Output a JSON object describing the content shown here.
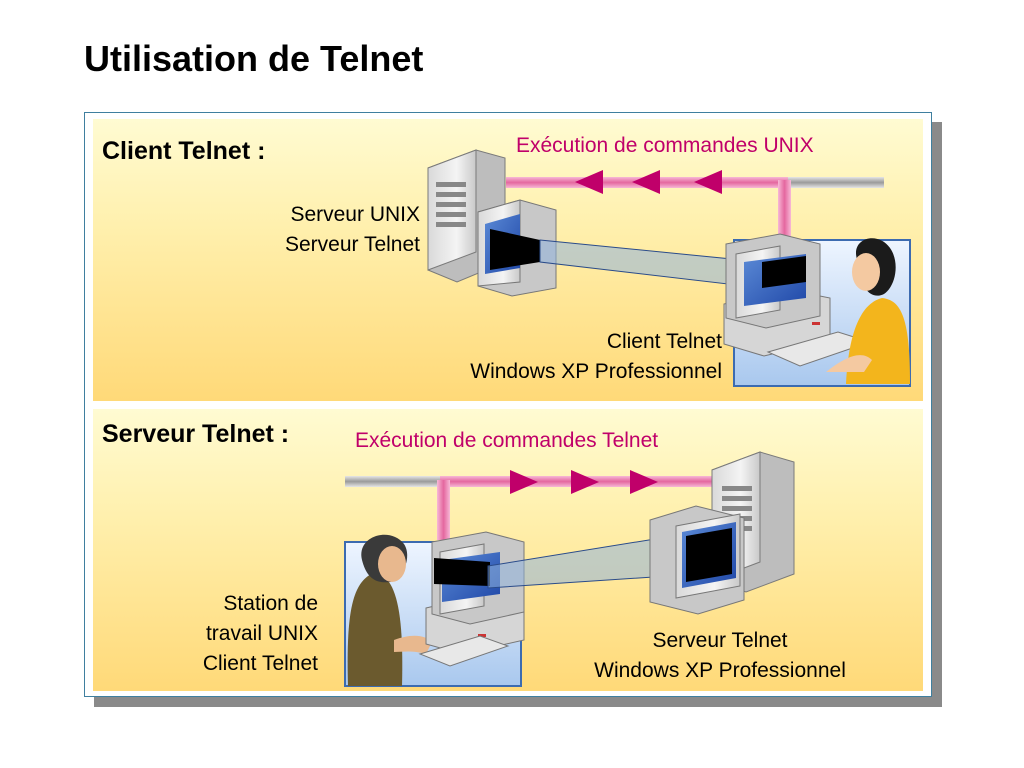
{
  "slide": {
    "title": "Utilisation de Telnet"
  },
  "top_panel": {
    "heading": "Client Telnet :",
    "flow_label": "Exécution de commandes UNIX",
    "server_caption": [
      "Serveur UNIX",
      "Serveur Telnet"
    ],
    "client_caption": [
      "Client Telnet",
      "Windows XP Professionnel"
    ]
  },
  "bottom_panel": {
    "heading": "Serveur Telnet :",
    "flow_label": "Exécution de commandes Telnet",
    "workstation_caption": [
      "Station de",
      "travail UNIX",
      "Client Telnet"
    ],
    "server_caption": [
      "Serveur Telnet",
      "Windows XP Professionnel"
    ]
  },
  "colors": {
    "title_text": "#000000",
    "flow_label": "#c0006a",
    "arrow": "#c0006a",
    "network_link": "#e979b0",
    "backbone": "#a9a9a9",
    "panel_gradient_top": "#fffbd2",
    "panel_gradient_bottom": "#ffd978",
    "frame_border": "#3f7f9f"
  },
  "icons": [
    "server-tower-icon",
    "crt-monitor-icon",
    "desktop-computer-icon",
    "keyboard-icon",
    "user-woman-icon",
    "user-man-icon",
    "arrow-left-icon",
    "arrow-right-icon"
  ]
}
